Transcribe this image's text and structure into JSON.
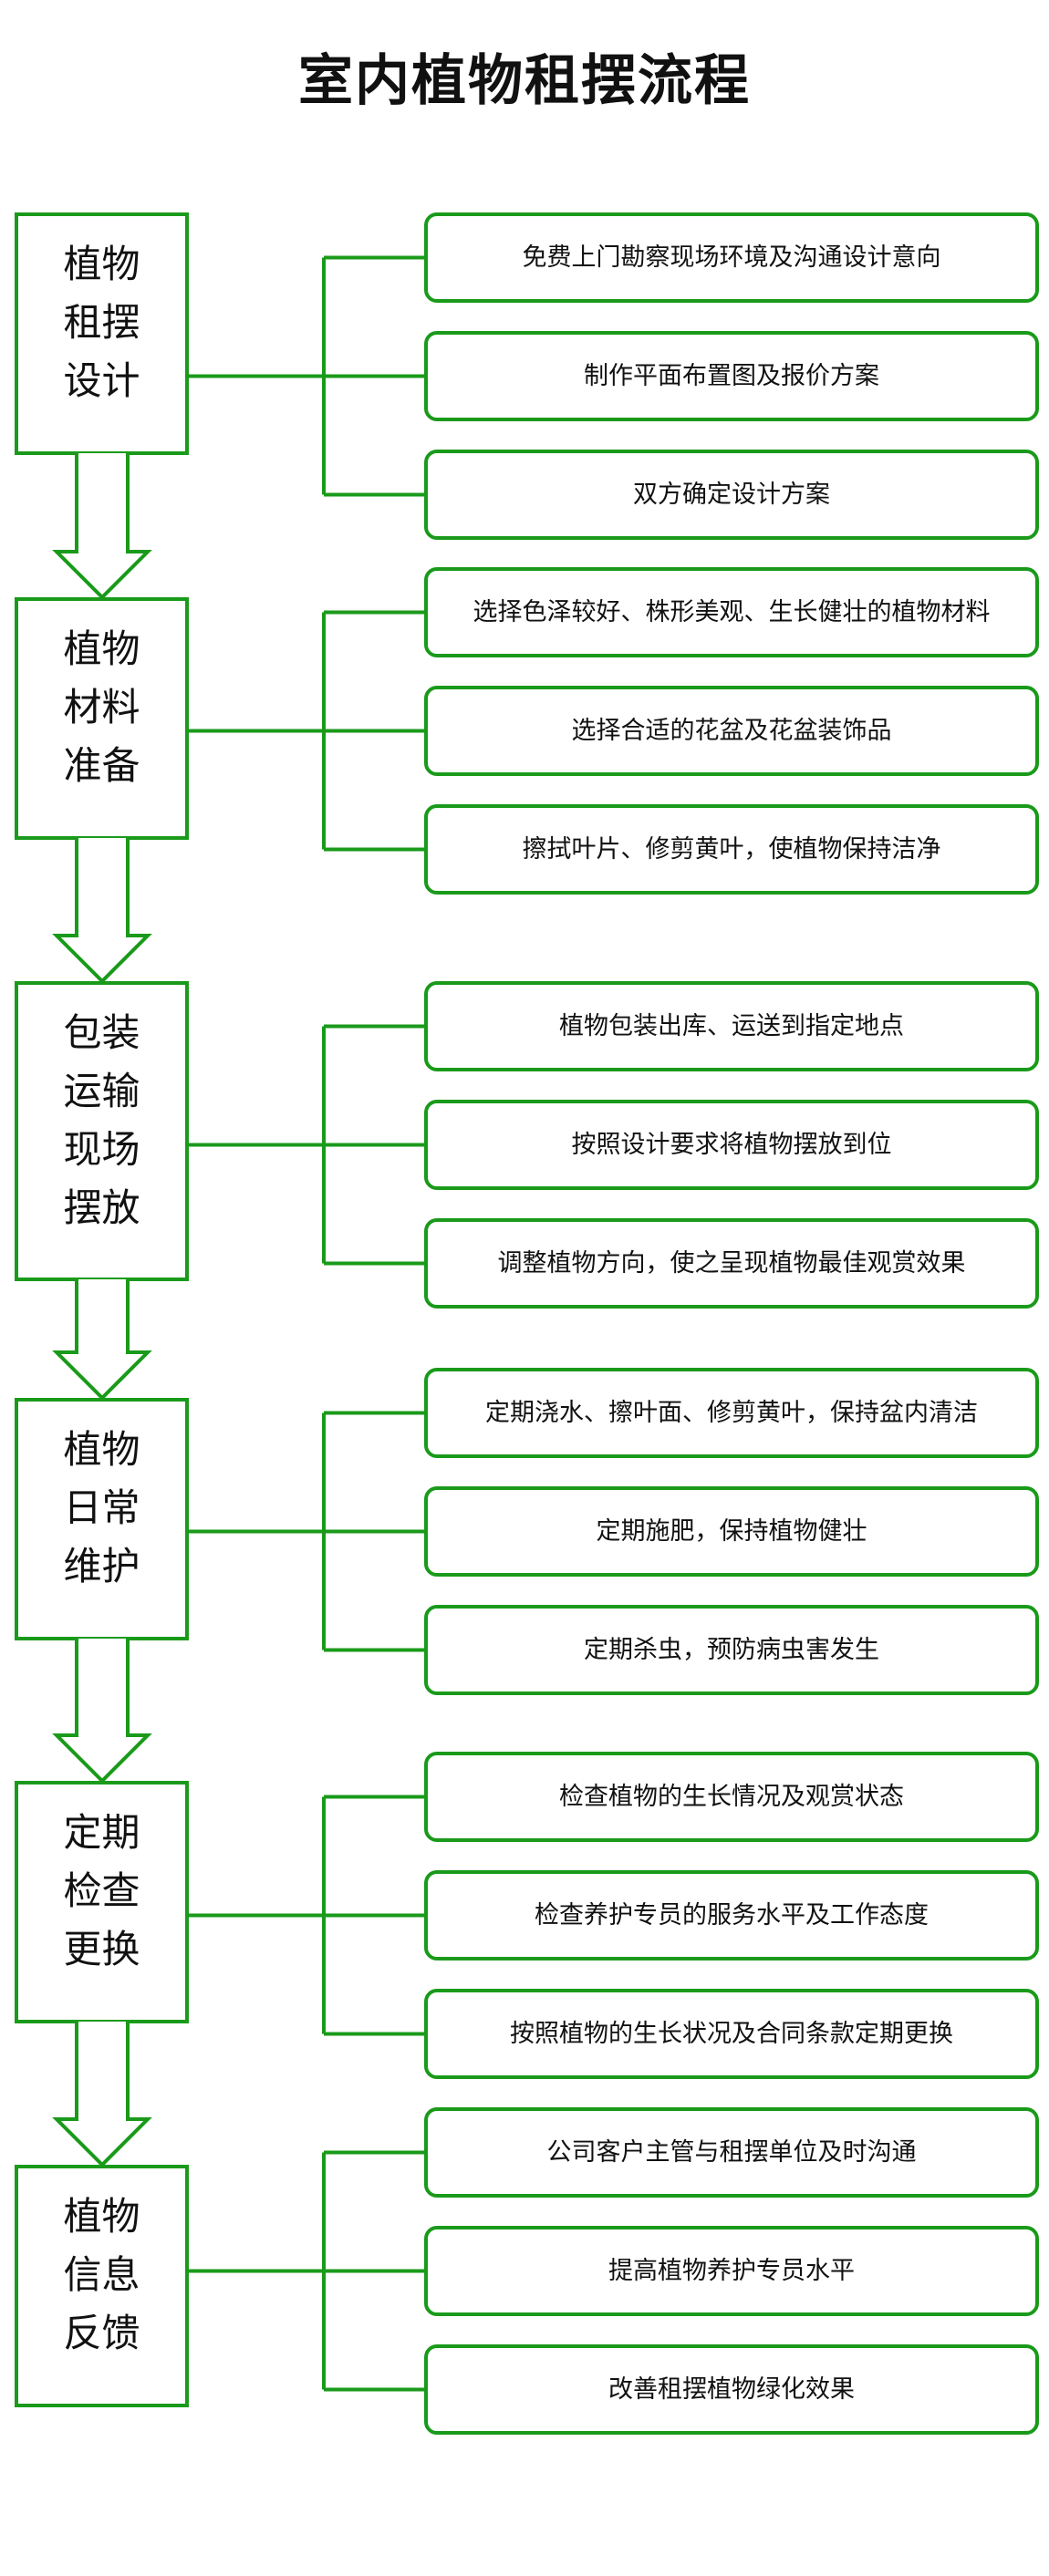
{
  "title": "室内植物租摆流程",
  "colors": {
    "stroke": "#1a9a1a",
    "text": "#111111",
    "background": "#ffffff"
  },
  "steps": [
    {
      "lines": [
        "植物",
        "租摆",
        "设计"
      ],
      "items": [
        "免费上门勘察现场环境及沟通设计意向",
        "制作平面布置图及报价方案",
        "双方确定设计方案"
      ]
    },
    {
      "lines": [
        "植物",
        "材料",
        "准备"
      ],
      "items": [
        "选择色泽较好、株形美观、生长健壮的植物材料",
        "选择合适的花盆及花盆装饰品",
        "擦拭叶片、修剪黄叶，使植物保持洁净"
      ]
    },
    {
      "lines": [
        "包装",
        "运输",
        "现场",
        "摆放"
      ],
      "items": [
        "植物包装出库、运送到指定地点",
        "按照设计要求将植物摆放到位",
        "调整植物方向，使之呈现植物最佳观赏效果"
      ]
    },
    {
      "lines": [
        "植物",
        "日常",
        "维护"
      ],
      "items": [
        "定期浇水、擦叶面、修剪黄叶，保持盆内清洁",
        "定期施肥，保持植物健壮",
        "定期杀虫，预防病虫害发生"
      ]
    },
    {
      "lines": [
        "定期",
        "检查",
        "更换"
      ],
      "items": [
        "检查植物的生长情况及观赏状态",
        "检查养护专员的服务水平及工作态度",
        "按照植物的生长状况及合同条款定期更换"
      ]
    },
    {
      "lines": [
        "植物",
        "信息",
        "反馈"
      ],
      "items": [
        "公司客户主管与租摆单位及时沟通",
        "提高植物养护专员水平",
        "改善租摆植物绿化效果"
      ]
    }
  ]
}
